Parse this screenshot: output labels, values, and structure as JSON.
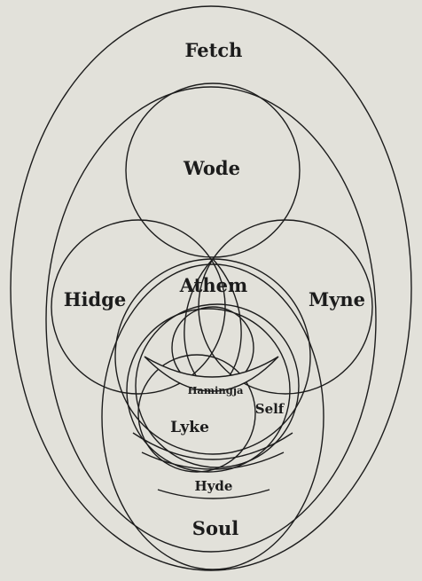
{
  "diagram": {
    "labels": {
      "fetch": "Fetch",
      "wode": "Wode",
      "hidge": "Hidge",
      "athem": "Athem",
      "myne": "Myne",
      "hamingja": "Hamingja",
      "self": "Self",
      "lyke": "Lyke",
      "hyde": "Hyde",
      "soul": "Soul"
    }
  }
}
